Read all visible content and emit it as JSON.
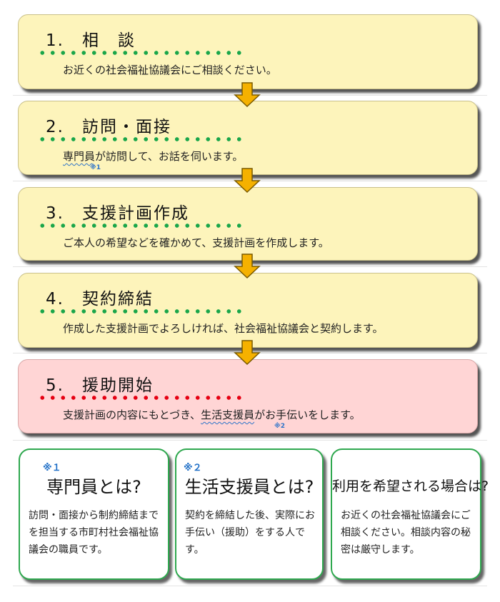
{
  "steps": [
    {
      "title": "1.　相　談",
      "description": "お近くの社会福祉協議会にご相談ください。"
    },
    {
      "title": "2.　訪問・面接",
      "description_marked": "専門員",
      "description_rest": "が訪問して、お話を伺います。",
      "note": "※1"
    },
    {
      "title": "3.　支援計画作成",
      "description": "ご本人の希望などを確かめて、支援計画を作成します。"
    },
    {
      "title": "4.　契約締結",
      "description": "作成した支援計画でよろしければ、社会福祉協議会と契約します。"
    },
    {
      "title": "5.　援助開始",
      "description_pre": "支援計画の内容にもとづき、",
      "description_marked": "生活支援員",
      "description_rest": "がお手伝いをします。",
      "note": "※2"
    }
  ],
  "cards": [
    {
      "mark": "※１",
      "title": "専門員とは?",
      "body": "訪問・面接から制約締結までを担当する市町村社会福祉協議会の職員です。"
    },
    {
      "mark": "※２",
      "title": "生活支援員とは?",
      "body": "契約を締結した後、実際にお手伝い（援助）をする人です。"
    },
    {
      "title": "利用を希望される場合は?",
      "body": "お近くの社会福祉協議会にご相談ください。相談内容の秘密は厳守します。"
    }
  ],
  "colors": {
    "step_fill": "#fdf4bb",
    "final_fill": "#ffd5d5",
    "green": "#1aa64a",
    "red": "#e60012",
    "arrow": "#f5b100"
  }
}
